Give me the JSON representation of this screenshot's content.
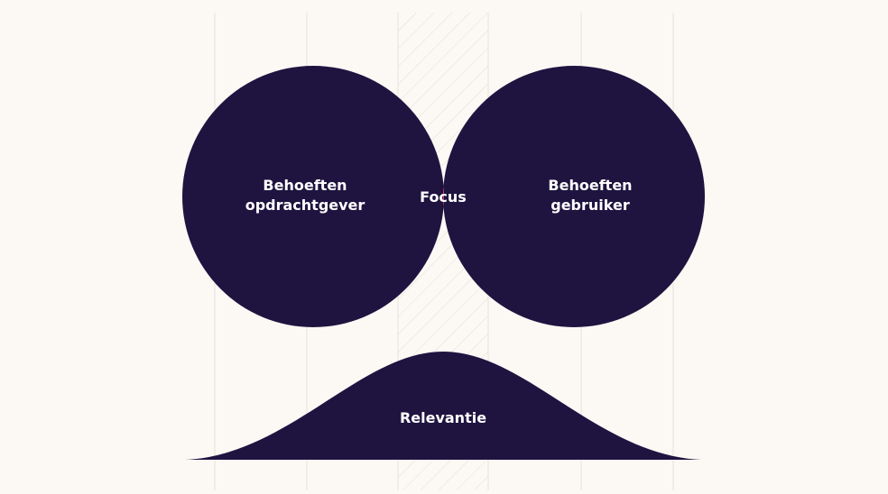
{
  "diagram": {
    "left_circle": {
      "line1": "Behoeften",
      "line2": "opdrachtgever"
    },
    "right_circle": {
      "line1": "Behoeften",
      "line2": "gebruiker"
    },
    "overlap": {
      "label": "Focus"
    },
    "curve": {
      "label": "Relevantie"
    }
  },
  "colors": {
    "background": "#fcf9f5",
    "circle": "#1f1440",
    "focus": "#e8457f",
    "grid_line": "#e6e1db",
    "label_text": "#ffffff"
  }
}
